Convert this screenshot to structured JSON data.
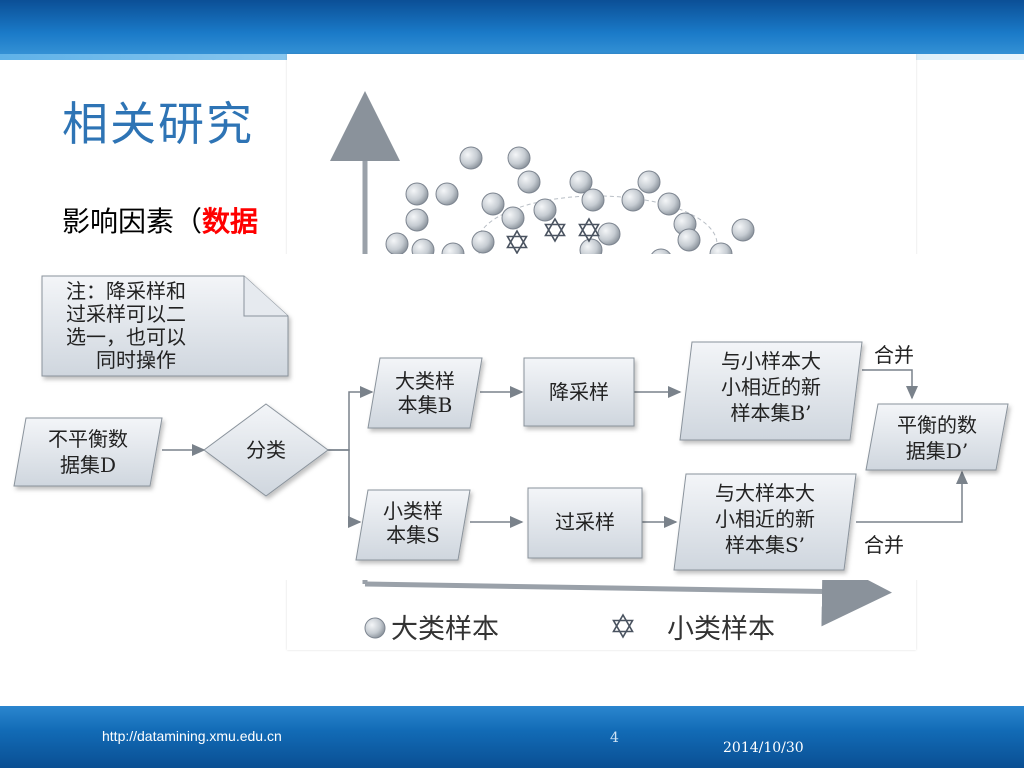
{
  "slide": {
    "title": "相关研究",
    "subtitle_prefix": "影响因素（",
    "subtitle_red": "数据",
    "footer_url": "http://datamining.xmu.edu.cn",
    "page_number": "4",
    "date": "2014/10/30"
  },
  "scatter": {
    "legend_large": "大类样本",
    "legend_small": "小类样本",
    "colors": {
      "circle": "#c8cdd3",
      "circle_stroke": "#7d8590",
      "star": "#4a5360",
      "axis": "#7f8790"
    }
  },
  "flow": {
    "note": [
      "注：降采样和",
      "过采样可以二",
      "选一，也可以",
      "同时操作"
    ],
    "input": [
      "不平衡数",
      "据集D"
    ],
    "classify": "分类",
    "large_set": [
      "大类样",
      "本集B"
    ],
    "undersample": "降采样",
    "new_large": [
      "与小样本大",
      "小相近的新",
      "样本集B’"
    ],
    "small_set": [
      "小类样",
      "本集S"
    ],
    "oversample": "过采样",
    "new_small": [
      "与大样本大",
      "小相近的新",
      "样本集S’"
    ],
    "merge_top": "合并",
    "merge_bottom": "合并",
    "output": [
      "平衡的数",
      "据集D’"
    ],
    "colors": {
      "box_fill": "#dde3ea",
      "box_stroke": "#8a939c",
      "arrow": "#7a828b"
    }
  }
}
